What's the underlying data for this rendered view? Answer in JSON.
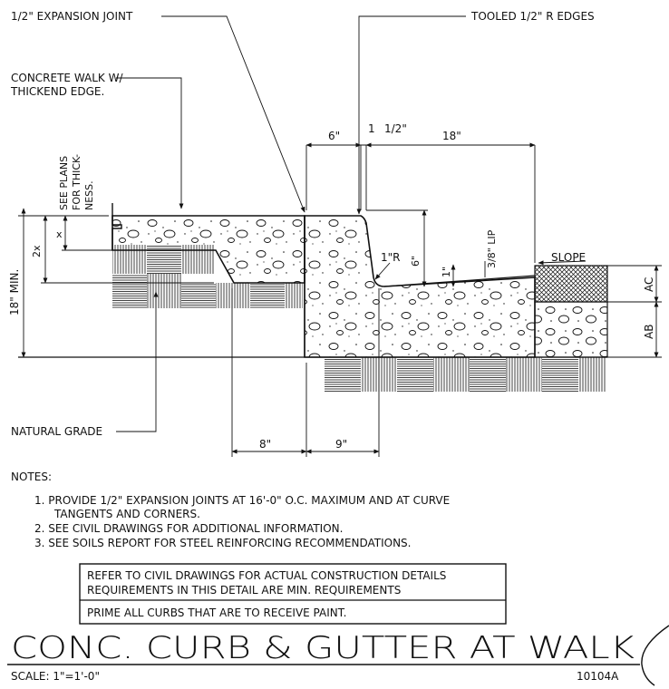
{
  "labels": {
    "expansion_joint": "1/2\" EXPANSION JOINT",
    "tooled_edges": "TOOLED 1/2\" R EDGES",
    "concrete_walk_1": "CONCRETE WALK W/",
    "concrete_walk_2": "THICKEND EDGE.",
    "see_plans_1": "SEE PLANS",
    "see_plans_2": "FOR THICK-",
    "see_plans_3": "NESS.",
    "x": "x",
    "two_x": "2x",
    "min18": "18\" MIN.",
    "natural_grade": "NATURAL GRADE",
    "slope": "SLOPE",
    "lip": "3/8\" LIP",
    "one_r": "1\"R",
    "six_v": "6\"",
    "one_v": "1\"",
    "ac": "AC",
    "ab": "AB"
  },
  "dims": {
    "d6": "6\"",
    "d1": "1",
    "d12": "1/2\"",
    "d18": "18\"",
    "d8": "8\"",
    "d9": "9\""
  },
  "notes": {
    "header": "NOTES:",
    "n1a": "1. PROVIDE 1/2\" EXPANSION JOINTS AT 16'-0\" O.C. MAXIMUM AND AT CURVE",
    "n1b": "TANGENTS AND CORNERS.",
    "n2": "2. SEE CIVIL DRAWINGS FOR ADDITIONAL INFORMATION.",
    "n3": "3. SEE SOILS REPORT FOR STEEL REINFORCING RECOMMENDATIONS."
  },
  "box": {
    "l1": "REFER TO CIVIL DRAWINGS FOR ACTUAL CONSTRUCTION DETAILS",
    "l2": "REQUIREMENTS IN THIS DETAIL ARE MIN. REQUIREMENTS",
    "l3": "PRIME ALL CURBS THAT ARE TO RECEIVE PAINT."
  },
  "title": "CONC. CURB & GUTTER AT WALK",
  "scale": "SCALE: 1\"=1'-0\"",
  "detail_no": "10104A"
}
